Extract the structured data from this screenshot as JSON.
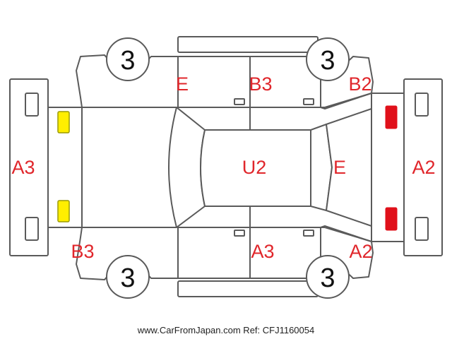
{
  "colors": {
    "code_text": "#e0262b",
    "outline": "#5a5a5a",
    "front_lamp_fill": "#ffee00",
    "front_lamp_stroke": "#9a9a00",
    "rear_lamp_fill": "#e0101a"
  },
  "damage_codes": {
    "front_bumper": "A3",
    "rear_bumper": "A2",
    "front_left_fender": "E",
    "front_right_fender": "B3",
    "left_rear_door": "B3",
    "right_rear_door": "A3",
    "rear_left_quarter": "B2",
    "rear_right_quarter": "A2",
    "roof": "U2",
    "rear_hatch": "E"
  },
  "wheels": {
    "front_left": "3",
    "rear_left": "3",
    "front_right": "3",
    "rear_right": "3"
  },
  "footer": "www.CarFromJapan.com Ref: CFJ1160054"
}
